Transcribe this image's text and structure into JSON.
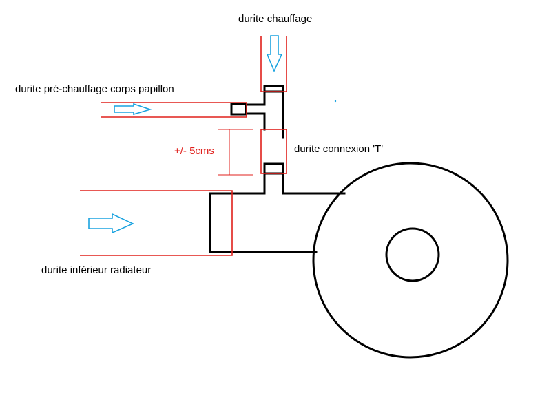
{
  "labels": {
    "heater_hose": "durite chauffage",
    "throttle_preheat_hose": "durite pré-chauffage corps papillon",
    "t_connection_hose": "durite connexion 'T'",
    "lower_radiator_hose": "durite inférieur radiateur",
    "distance": "+/- 5cms"
  },
  "colors": {
    "background": "#ffffff",
    "pipe_outline": "#000000",
    "hose": "#e0201c",
    "flow_arrow": "#1ba3e0",
    "dimension": "#e0201c",
    "labels": "#000000"
  },
  "icons": {
    "heater_flow": "arrow-down-icon",
    "preheat_flow": "arrow-right-icon",
    "radiator_flow": "arrow-right-icon"
  }
}
